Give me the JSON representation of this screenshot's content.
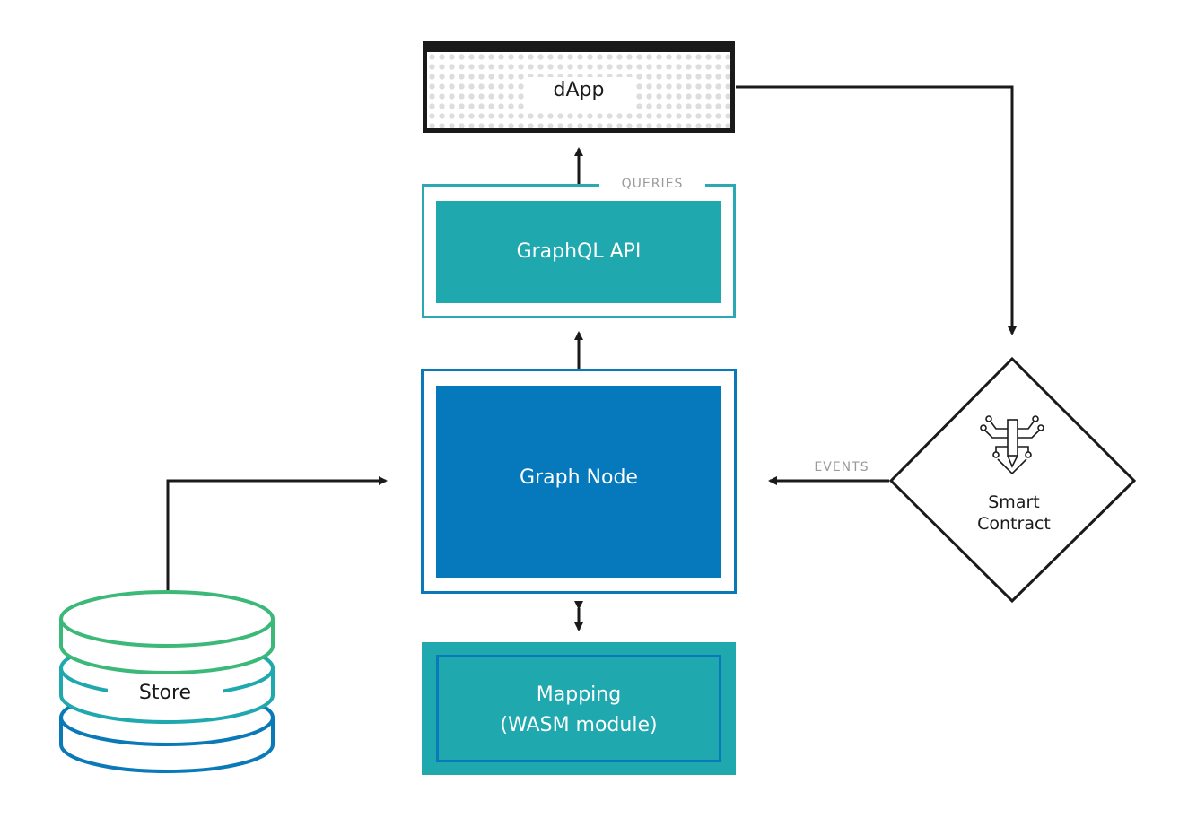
{
  "nodes": {
    "dapp": "dApp",
    "queries": "QUERIES",
    "graphql_api": "GraphQL API",
    "graph_node": "Graph Node",
    "mapping_line1": "Mapping",
    "mapping_line2": "(WASM module)",
    "events": "EVENTS",
    "smart_contract_line1": "Smart",
    "smart_contract_line2": "Contract",
    "store": "Store"
  },
  "colors": {
    "teal": "#1fa8ae",
    "blue": "#0579bb",
    "green": "#3cb878",
    "dark": "#1a1a1a",
    "gray_text": "#9a9a9a"
  },
  "icons": {
    "smart_contract": "circuit-pen-icon",
    "store": "database-icon"
  }
}
